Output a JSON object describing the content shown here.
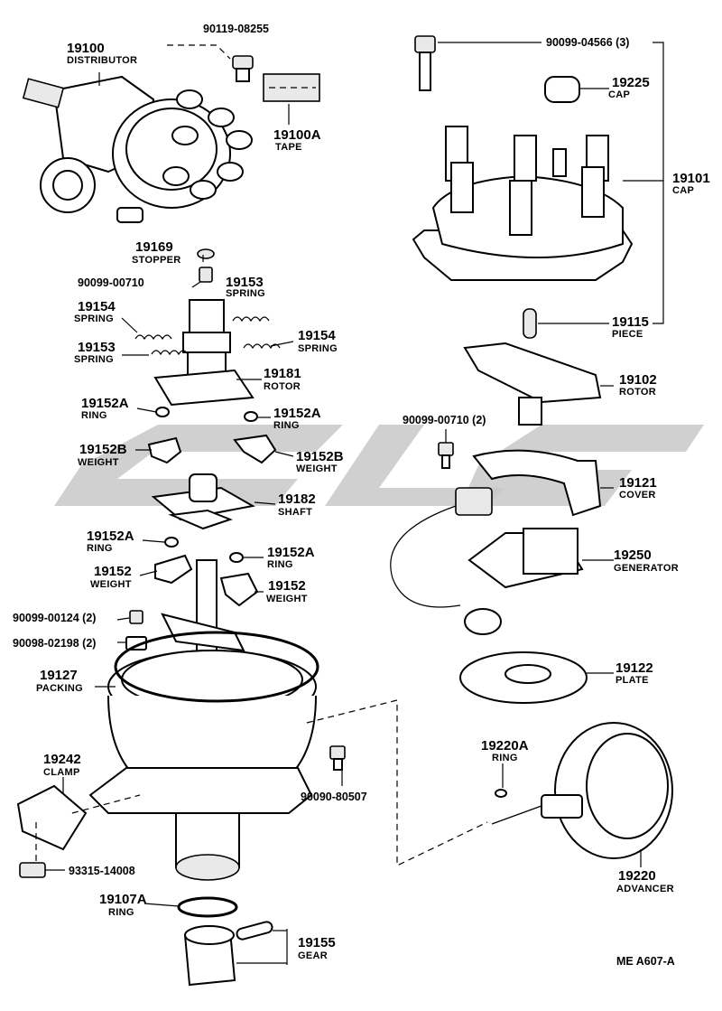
{
  "watermark_text": "",
  "parts": {
    "p19100": {
      "number": "19100",
      "name": "DISTRIBUTOR"
    },
    "p90119": {
      "number": "90119-08255"
    },
    "p19100A": {
      "number": "19100A",
      "name": "TAPE"
    },
    "p19169": {
      "number": "19169",
      "name": "STOPPER"
    },
    "p90099_00710_a": {
      "number": "90099-00710"
    },
    "p19153_a": {
      "number": "19153",
      "name": "SPRING"
    },
    "p19154_a": {
      "number": "19154",
      "name": "SPRING"
    },
    "p19154_b": {
      "number": "19154",
      "name": "SPRING"
    },
    "p19153_b": {
      "number": "19153",
      "name": "SPRING"
    },
    "p19181": {
      "number": "19181",
      "name": "ROTOR"
    },
    "p19152A_a": {
      "number": "19152A",
      "name": "RING"
    },
    "p19152A_b": {
      "number": "19152A",
      "name": "RING"
    },
    "p19152B_a": {
      "number": "19152B",
      "name": "WEIGHT"
    },
    "p19152B_b": {
      "number": "19152B",
      "name": "WEIGHT"
    },
    "p19182": {
      "number": "19182",
      "name": "SHAFT"
    },
    "p19152A_c": {
      "number": "19152A",
      "name": "RING"
    },
    "p19152A_d": {
      "number": "19152A",
      "name": "RING"
    },
    "p19152_a": {
      "number": "19152",
      "name": "WEIGHT"
    },
    "p19152_b": {
      "number": "19152",
      "name": "WEIGHT"
    },
    "p90099_00124": {
      "number": "90099-00124 (2)"
    },
    "p90098_02198": {
      "number": "90098-02198 (2)"
    },
    "p19127": {
      "number": "19127",
      "name": "PACKING"
    },
    "p19242": {
      "number": "19242",
      "name": "CLAMP"
    },
    "p90090_80507": {
      "number": "90090-80507"
    },
    "p93315": {
      "number": "93315-14008"
    },
    "p19107A": {
      "number": "19107A",
      "name": "RING"
    },
    "p19155": {
      "number": "19155",
      "name": "GEAR"
    },
    "p90099_04566": {
      "number": "90099-04566 (3)"
    },
    "p19225": {
      "number": "19225",
      "name": "CAP"
    },
    "p19101": {
      "number": "19101",
      "name": "CAP"
    },
    "p19115": {
      "number": "19115",
      "name": "PIECE"
    },
    "p19102": {
      "number": "19102",
      "name": "ROTOR"
    },
    "p90099_00710_b": {
      "number": "90099-00710 (2)"
    },
    "p19121": {
      "number": "19121",
      "name": "COVER"
    },
    "p19250": {
      "number": "19250",
      "name": "GENERATOR"
    },
    "p19122": {
      "number": "19122",
      "name": "PLATE"
    },
    "p19220A": {
      "number": "19220A",
      "name": "RING"
    },
    "p19220": {
      "number": "19220",
      "name": "ADVANCER"
    }
  },
  "figure_code": "ME A607-A"
}
